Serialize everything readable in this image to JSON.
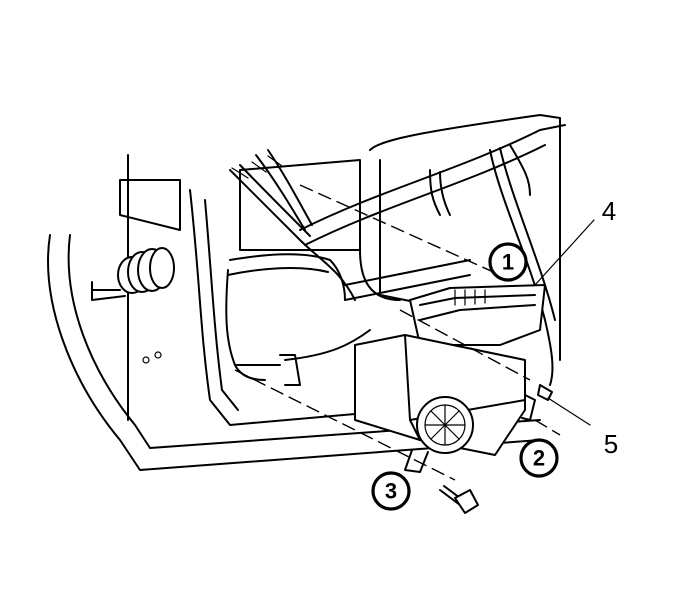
{
  "callouts": [
    {
      "id": "1",
      "label": "1",
      "circled": true
    },
    {
      "id": "2",
      "label": "2",
      "circled": true
    },
    {
      "id": "3",
      "label": "3",
      "circled": true
    },
    {
      "id": "4",
      "label": "4",
      "circled": false
    },
    {
      "id": "5",
      "label": "5",
      "circled": false
    }
  ]
}
